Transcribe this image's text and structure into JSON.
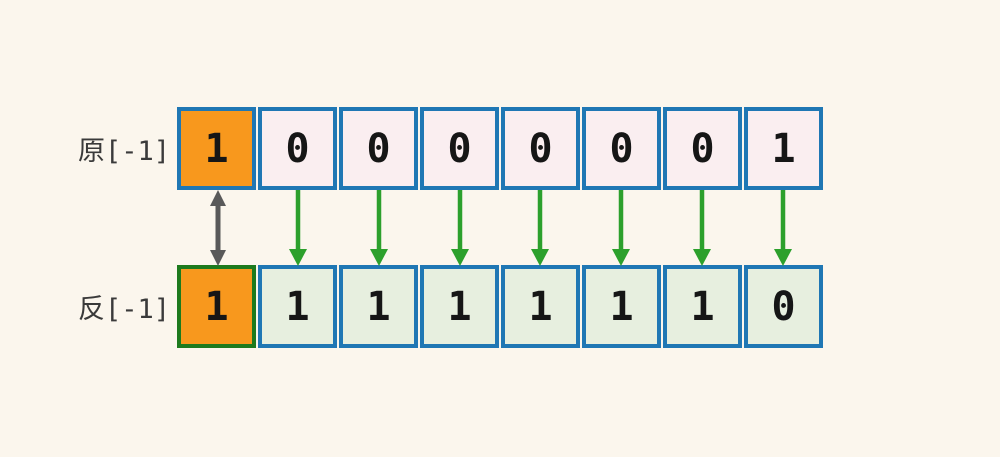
{
  "diagram": {
    "type": "binary-encoding-comparison",
    "rows": [
      {
        "label": "原[-1]",
        "bits": [
          "1",
          "0",
          "0",
          "0",
          "0",
          "0",
          "0",
          "1"
        ],
        "sign_bit_index": 0
      },
      {
        "label": "反[-1]",
        "bits": [
          "1",
          "1",
          "1",
          "1",
          "1",
          "1",
          "1",
          "0"
        ],
        "sign_bit_index": 0
      }
    ],
    "icons": {
      "sign_bit_arrow": "double-headed-vertical-arrow",
      "bit_flip_arrow": "down-arrow"
    },
    "colors": {
      "background": "#FBF6ED",
      "cell_border_blue": "#1F77B4",
      "sign_cell_fill_orange": "#F8981D",
      "bottom_sign_cell_border_green": "#1D7A1D",
      "top_row_cell_fill_pink": "#FAEEF0",
      "bottom_row_cell_fill_green": "#E7EFDF",
      "flip_arrow_green": "#2CA02C",
      "sign_arrow_gray": "#595959",
      "digit_color": "#161616",
      "label_color": "#3A3A3A"
    }
  }
}
